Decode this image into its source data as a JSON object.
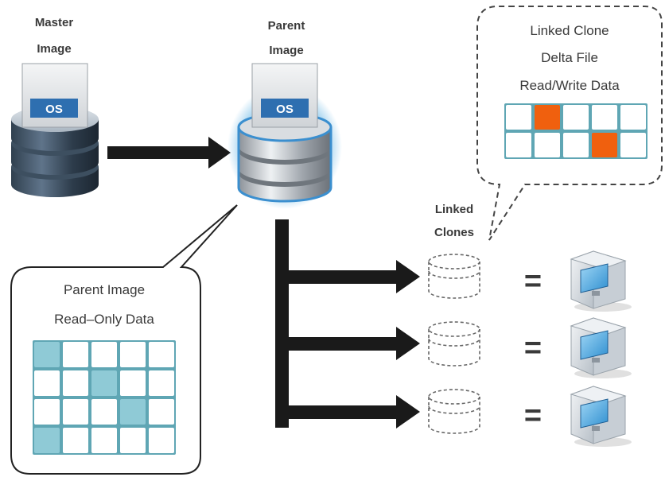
{
  "master": {
    "line1": "Master",
    "line2": "Image",
    "os": "OS"
  },
  "parent": {
    "line1": "Parent",
    "line2": "Image",
    "os": "OS"
  },
  "clones_label": {
    "line1": "Linked",
    "line2": "Clones"
  },
  "readonly_bubble": {
    "line1": "Parent Image",
    "line2": "Read–Only  Data",
    "grid": {
      "rows": 4,
      "cols": 5,
      "highlighted": [
        [
          0,
          0
        ],
        [
          1,
          2
        ],
        [
          2,
          3
        ],
        [
          3,
          0
        ]
      ],
      "fill_color": "#8fcad6",
      "border_color": "#5fa6b4"
    }
  },
  "delta_bubble": {
    "line1": "Linked Clone",
    "line2": "Delta File",
    "line3": "Read/Write Data",
    "grid": {
      "rows": 2,
      "cols": 5,
      "highlighted": [
        [
          0,
          1
        ],
        [
          1,
          3
        ]
      ],
      "fill_color": "#f0600e",
      "border_color": "#5fa6b4"
    }
  },
  "equals": "=",
  "colors": {
    "arrow": "#1a1a1a",
    "os_badge": "#2e6fb0",
    "glow": "#4aa8e0"
  },
  "icons": [
    "database-icon",
    "vm-cube-icon",
    "dashed-disk-icon"
  ]
}
